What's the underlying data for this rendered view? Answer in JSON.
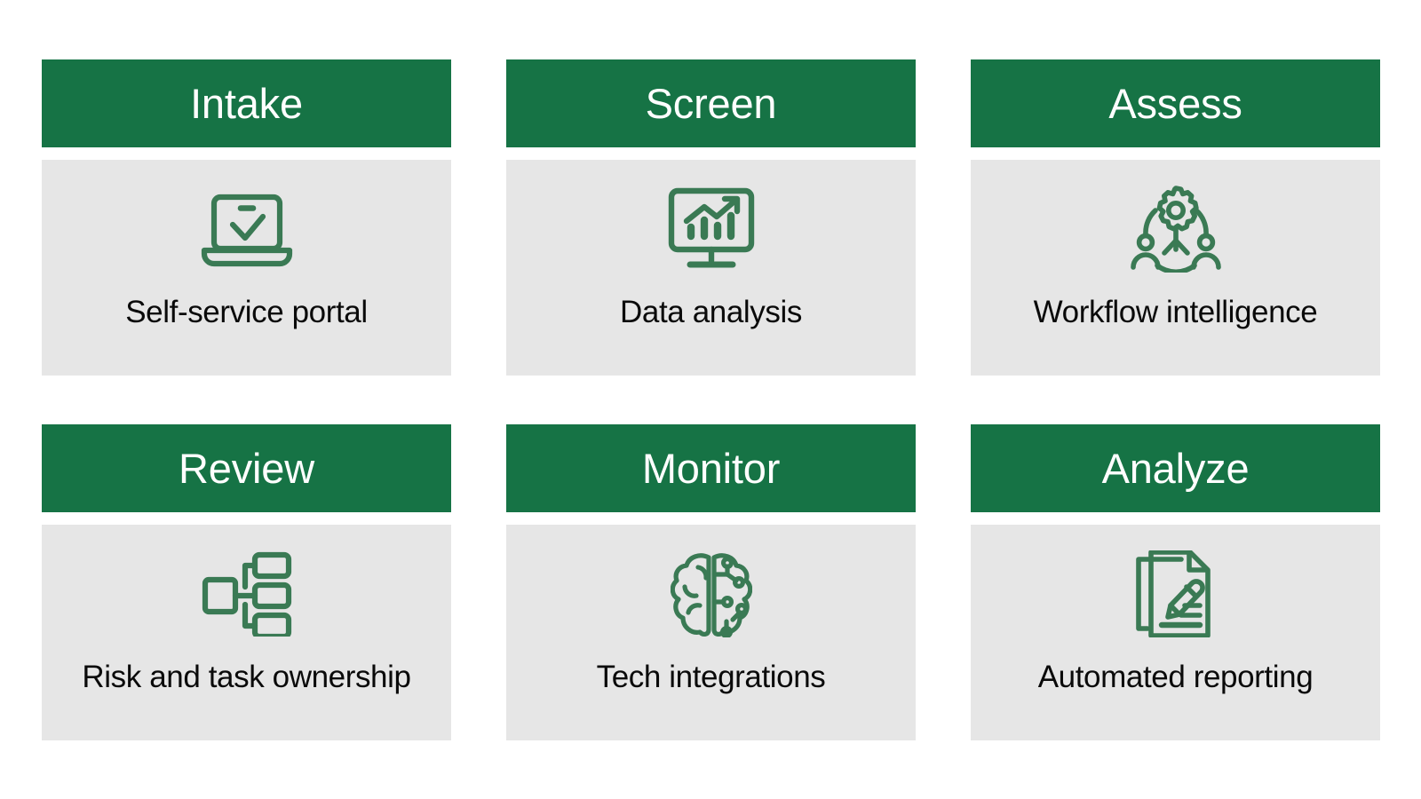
{
  "palette": {
    "header_green": "#167345",
    "icon_green": "#3A7A54",
    "body_gray": "#E6E6E6",
    "header_text": "#FFFFFF",
    "caption_text": "#0A0A0A",
    "page_background": "#FFFFFF"
  },
  "cards": [
    {
      "title": "Intake",
      "caption": "Self-service portal",
      "icon": "laptop-check-icon"
    },
    {
      "title": "Screen",
      "caption": "Data analysis",
      "icon": "monitor-bar-chart-growth-icon"
    },
    {
      "title": "Assess",
      "caption": "Workflow intelligence",
      "icon": "collaboration-gear-network-icon"
    },
    {
      "title": "Review",
      "caption": "Risk and task ownership",
      "icon": "org-chart-hierarchy-icon"
    },
    {
      "title": "Monitor",
      "caption": "Tech integrations",
      "icon": "ai-brain-circuit-icon"
    },
    {
      "title": "Analyze",
      "caption": "Automated reporting",
      "icon": "documents-pencil-report-icon"
    }
  ]
}
